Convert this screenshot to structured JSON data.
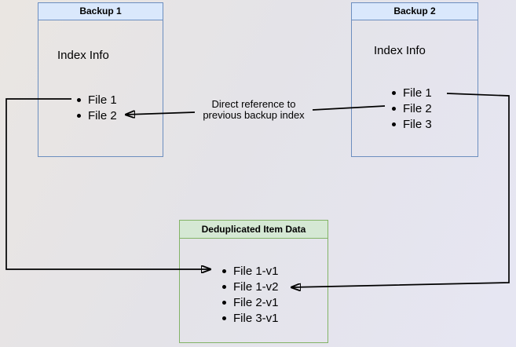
{
  "diagram": {
    "backup1": {
      "title": "Backup 1",
      "subtitle": "Index Info",
      "files": [
        "File 1",
        "File 2"
      ]
    },
    "backup2": {
      "title": "Backup 2",
      "subtitle": "Index Info",
      "files": [
        "File 1",
        "File 2",
        "File 3"
      ]
    },
    "dedup": {
      "title": "Deduplicated Item Data",
      "files": [
        "File 1-v1",
        "File 1-v2",
        "File 2-v1",
        "File 3-v1"
      ]
    },
    "annotation": {
      "line1": "Direct reference to",
      "line2": "previous backup index"
    },
    "colors": {
      "blue_fill": "#dae8fc",
      "blue_border": "#6c8ebf",
      "green_fill": "#d5e8d4",
      "green_border": "#82b366",
      "connector": "#000000"
    }
  }
}
